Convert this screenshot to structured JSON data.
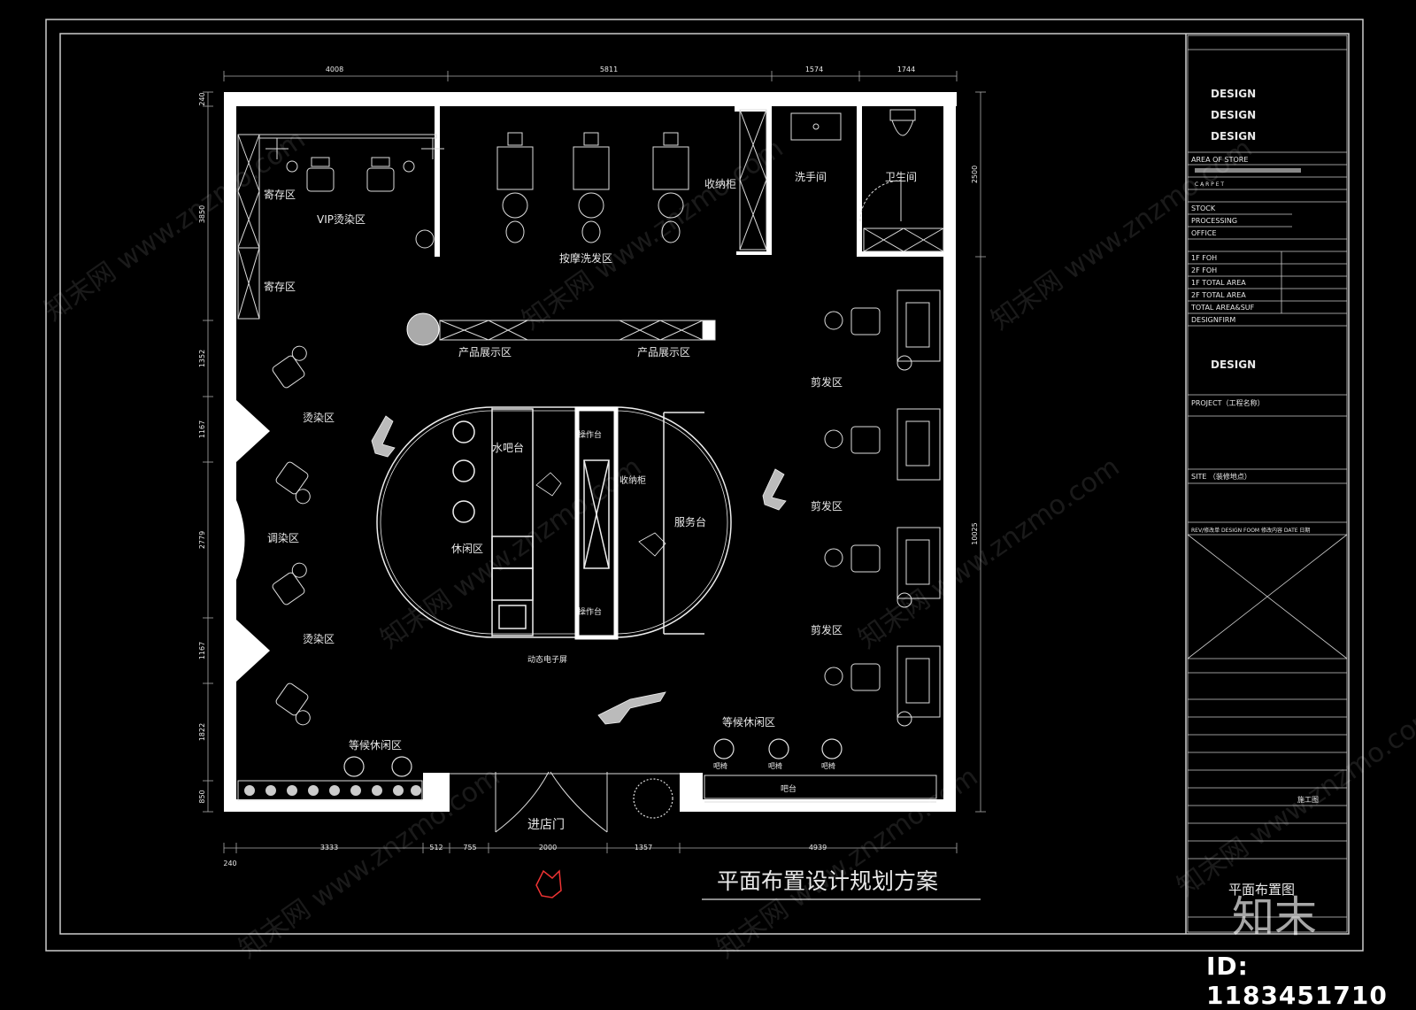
{
  "dimensions": {
    "top": [
      "4008",
      "5811",
      "1574",
      "1744"
    ],
    "left": [
      "240",
      "3850",
      "1352",
      "1167",
      "2779",
      "1167",
      "1822",
      "850"
    ],
    "right": [
      "2500",
      "10025"
    ],
    "bottom": [
      "3333",
      "512",
      "755",
      "2000",
      "1357",
      "4939"
    ],
    "bottom_offset": "240"
  },
  "rooms": {
    "storage_1": "寄存区",
    "vip_dye": "VIP烫染区",
    "storage_2": "寄存区",
    "wash": "按摩洗发区",
    "cabinet": "收纳柜",
    "washroom": "洗手间",
    "toilet": "卫生间",
    "display_1": "产品展示区",
    "display_2": "产品展示区",
    "perm_1": "烫染区",
    "color_mix": "调染区",
    "perm_2": "烫染区",
    "water_bar": "水吧台",
    "lounge": "休闲区",
    "op_top": "操作台",
    "op_bottom": "操作台",
    "storage_cab": "收纳柜",
    "service": "服务台",
    "screen": "动态电子屏",
    "cut_1": "剪发区",
    "cut_2": "剪发区",
    "cut_3": "剪发区",
    "wait_right": "等候休闲区",
    "wait_left": "等候休闲区",
    "bar_chair": "吧椅",
    "bar": "吧台",
    "entrance": "进店门"
  },
  "plan_title": "平面布置设计规划方案",
  "title_block": {
    "design_1": "DESIGN",
    "design_2": "DESIGN",
    "design_3": "DESIGN",
    "area_store": "AREA OF STORE",
    "carpet": "C A R P E T",
    "stock": "STOCK",
    "processing": "PROCESSING",
    "office": "OFFICE",
    "foh_1f": "1F FOH",
    "foh_2f": "2F FOH",
    "total_1f": "1F TOTAL AREA",
    "total_2f": "2F TOTAL AREA",
    "total_all": "TOTAL AREA&SUF",
    "design_firm": "DESIGNFIRM",
    "design_4": "DESIGN",
    "project": "PROJECT（工程名称）",
    "site": "SITE （装修地点）",
    "rev_row": "REV/修改单   DESIGN FOOM   修改内容   DATE 日期",
    "drawing_name": "平面布置图",
    "stage": "施工图"
  },
  "watermark": "知末网 www.znzmo.com",
  "logo": "知末",
  "image_id": "ID: 1183451710"
}
